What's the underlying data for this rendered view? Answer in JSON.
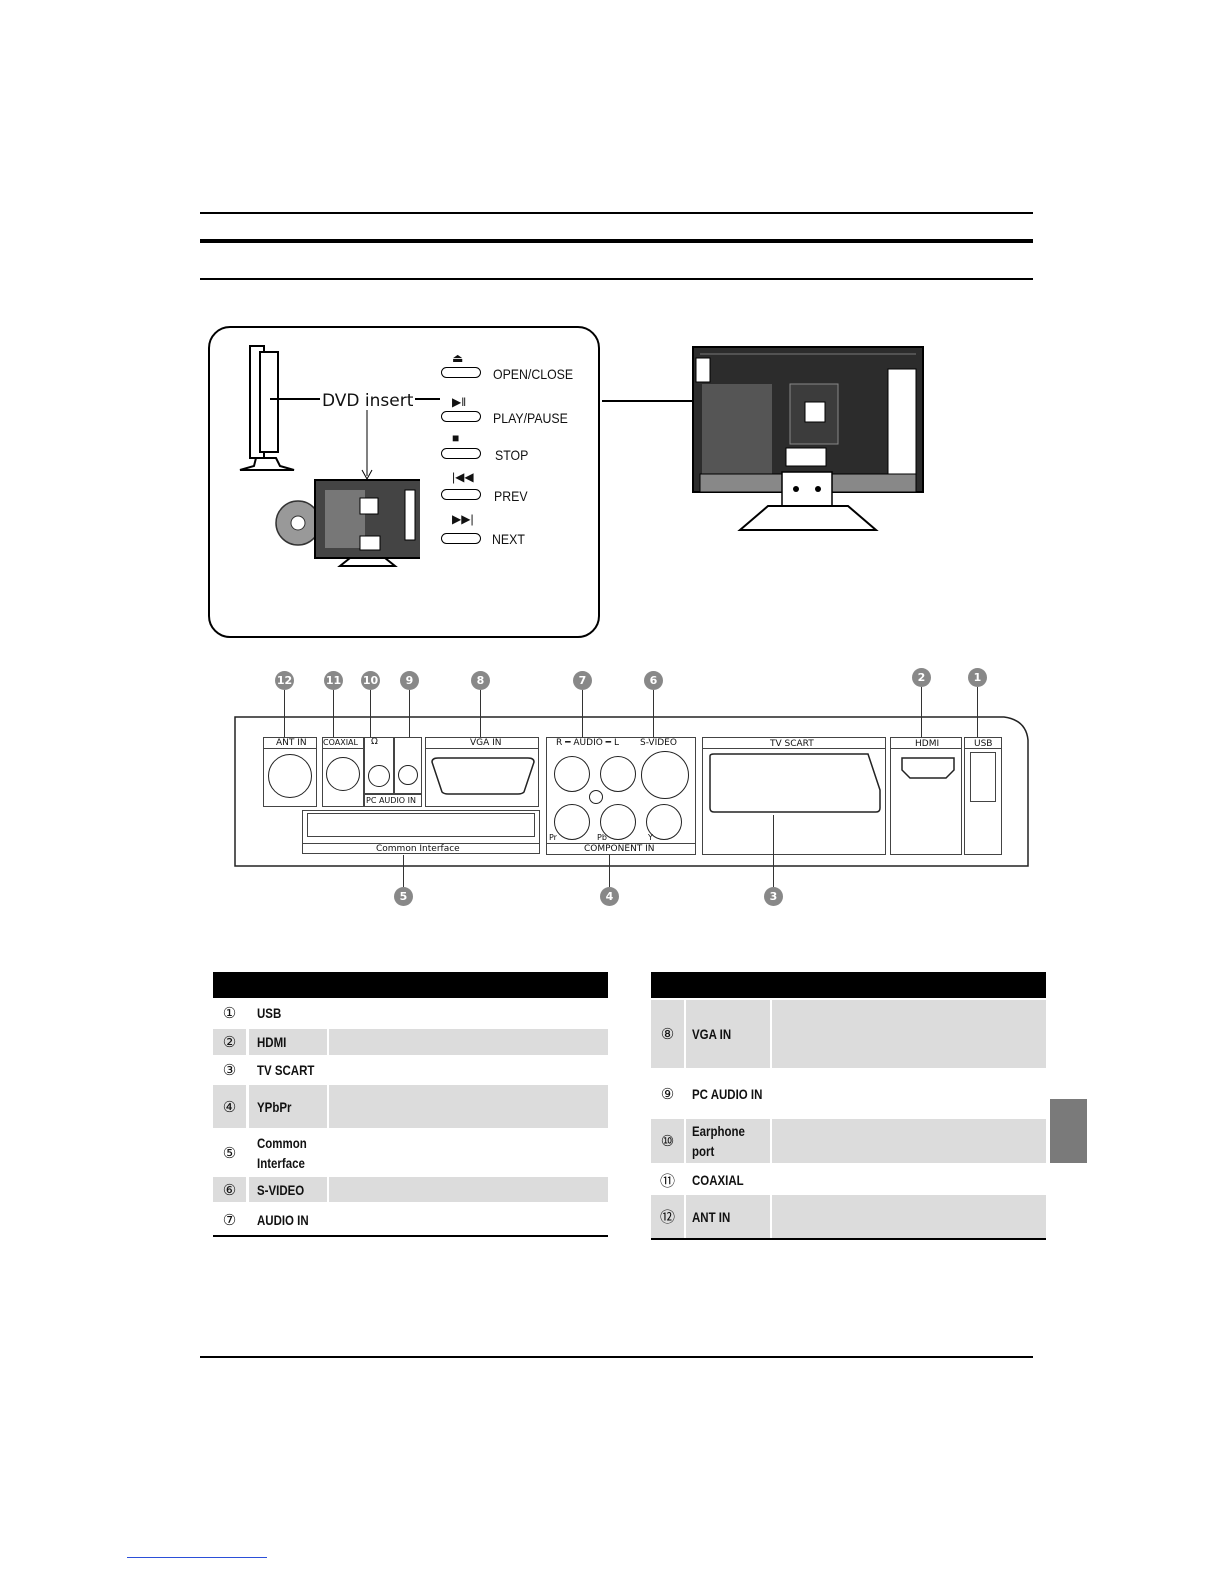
{
  "dvd_panel": {
    "label": "DVD insert",
    "buttons": [
      {
        "icon": "eject-icon",
        "glyph": "⏏",
        "label": "OPEN/CLOSE"
      },
      {
        "icon": "play-pause-icon",
        "glyph": "▶‖",
        "label": "PLAY/PAUSE"
      },
      {
        "icon": "stop-icon",
        "glyph": "■",
        "label": "STOP"
      },
      {
        "icon": "prev-icon",
        "glyph": "|◀◀",
        "label": "PREV"
      },
      {
        "icon": "next-icon",
        "glyph": "▶▶|",
        "label": "NEXT"
      }
    ]
  },
  "rear_panel": {
    "port_labels": {
      "ant_in": "ANT IN",
      "coaxial": "COAXIAL",
      "headphone": "Ω",
      "pc_audio_in": "PC AUDIO IN",
      "vga_in": "VGA IN",
      "audio": "R ━ AUDIO ━ L",
      "s_video": "S-VIDEO",
      "tv_scart": "TV SCART",
      "hdmi": "HDMI",
      "usb": "USB",
      "common_interface": "Common Interface",
      "component_in": "COMPONENT  IN",
      "pr": "Pr",
      "pb": "Pb",
      "y": "Y"
    },
    "callouts": {
      "c1": "1",
      "c2": "2",
      "c3": "3",
      "c4": "4",
      "c5": "5",
      "c6": "6",
      "c7": "7",
      "c8": "8",
      "c9": "9",
      "c10": "10",
      "c11": "11",
      "c12": "12"
    }
  },
  "table_left": {
    "rows": [
      {
        "num": "①",
        "name": "USB"
      },
      {
        "num": "②",
        "name": "HDMI"
      },
      {
        "num": "③",
        "name": "TV SCART"
      },
      {
        "num": "④",
        "name": "YPbPr"
      },
      {
        "num": "⑤",
        "name": "Common Interface"
      },
      {
        "num": "⑥",
        "name": "S-VIDEO"
      },
      {
        "num": "⑦",
        "name": "AUDIO IN"
      }
    ]
  },
  "table_right": {
    "rows": [
      {
        "num": "⑧",
        "name": "VGA IN"
      },
      {
        "num": "⑨",
        "name": "PC AUDIO IN"
      },
      {
        "num": "⑩",
        "name": "Earphone port"
      },
      {
        "num": "⑪",
        "name": "COAXIAL"
      },
      {
        "num": "⑫",
        "name": "ANT IN"
      }
    ]
  },
  "colors": {
    "shade": "#dcdcdc",
    "callout": "#888888",
    "side_tab": "#7a7a7a"
  }
}
